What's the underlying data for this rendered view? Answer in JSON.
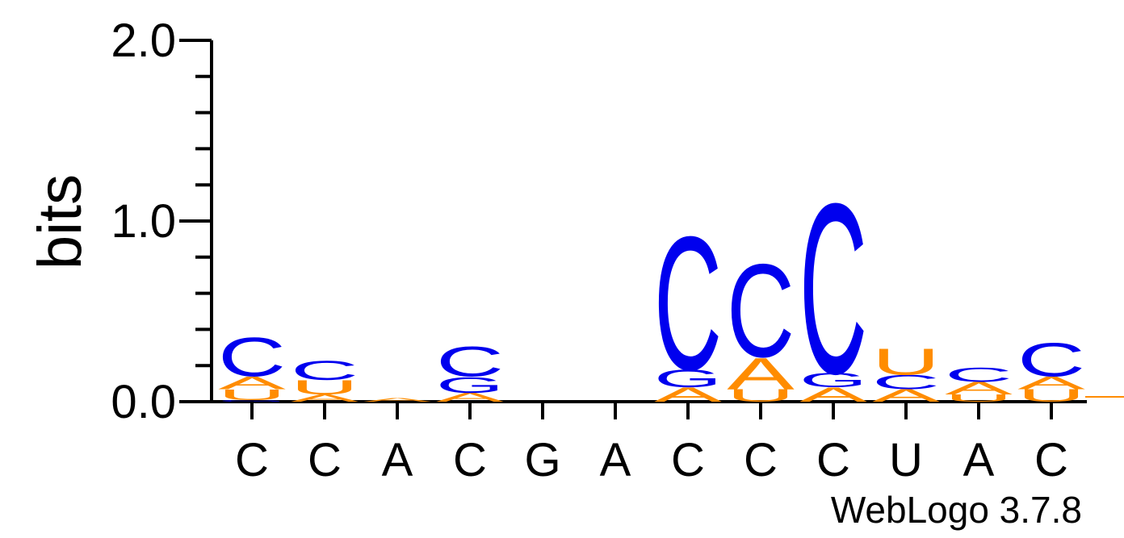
{
  "chart_data": {
    "type": "sequence-logo",
    "ylabel": "bits",
    "ylim": [
      0,
      2.0
    ],
    "yticks": [
      "0.0",
      "1.0",
      "2.0"
    ],
    "colors": {
      "C": "#0000ee",
      "G": "#0000ee",
      "A": "#ff8c00",
      "U": "#ff8c00"
    },
    "consensus": [
      "C",
      "C",
      "A",
      "C",
      "G",
      "A",
      "C",
      "C",
      "C",
      "U",
      "A",
      "C"
    ],
    "positions": [
      {
        "stack": [
          {
            "l": "G",
            "h": 0.01
          },
          {
            "l": "U",
            "h": 0.06
          },
          {
            "l": "A",
            "h": 0.07
          },
          {
            "l": "C",
            "h": 0.22
          }
        ]
      },
      {
        "stack": [
          {
            "l": "A",
            "h": 0.04
          },
          {
            "l": "U",
            "h": 0.08
          },
          {
            "l": "C",
            "h": 0.11
          }
        ]
      },
      {
        "stack": [
          {
            "l": "A",
            "h": 0.02
          }
        ]
      },
      {
        "stack": [
          {
            "l": "A",
            "h": 0.05
          },
          {
            "l": "G",
            "h": 0.09
          },
          {
            "l": "C",
            "h": 0.17
          }
        ]
      },
      {
        "stack": []
      },
      {
        "stack": []
      },
      {
        "stack": [
          {
            "l": "A",
            "h": 0.08
          },
          {
            "l": "G",
            "h": 0.1
          },
          {
            "l": "C",
            "h": 0.76
          }
        ]
      },
      {
        "stack": [
          {
            "l": "U",
            "h": 0.07
          },
          {
            "l": "A",
            "h": 0.18
          },
          {
            "l": "C",
            "h": 0.53
          }
        ]
      },
      {
        "stack": [
          {
            "l": "A",
            "h": 0.08
          },
          {
            "l": "G",
            "h": 0.08
          },
          {
            "l": "C",
            "h": 0.97
          }
        ]
      },
      {
        "stack": [
          {
            "l": "A",
            "h": 0.07
          },
          {
            "l": "C",
            "h": 0.08
          },
          {
            "l": "U",
            "h": 0.15
          }
        ]
      },
      {
        "stack": [
          {
            "l": "U",
            "h": 0.04
          },
          {
            "l": "A",
            "h": 0.07
          },
          {
            "l": "C",
            "h": 0.08
          }
        ]
      },
      {
        "stack": [
          {
            "l": "U",
            "h": 0.07
          },
          {
            "l": "A",
            "h": 0.07
          },
          {
            "l": "C",
            "h": 0.19
          }
        ]
      }
    ]
  },
  "footer": "WebLogo 3.7.8"
}
